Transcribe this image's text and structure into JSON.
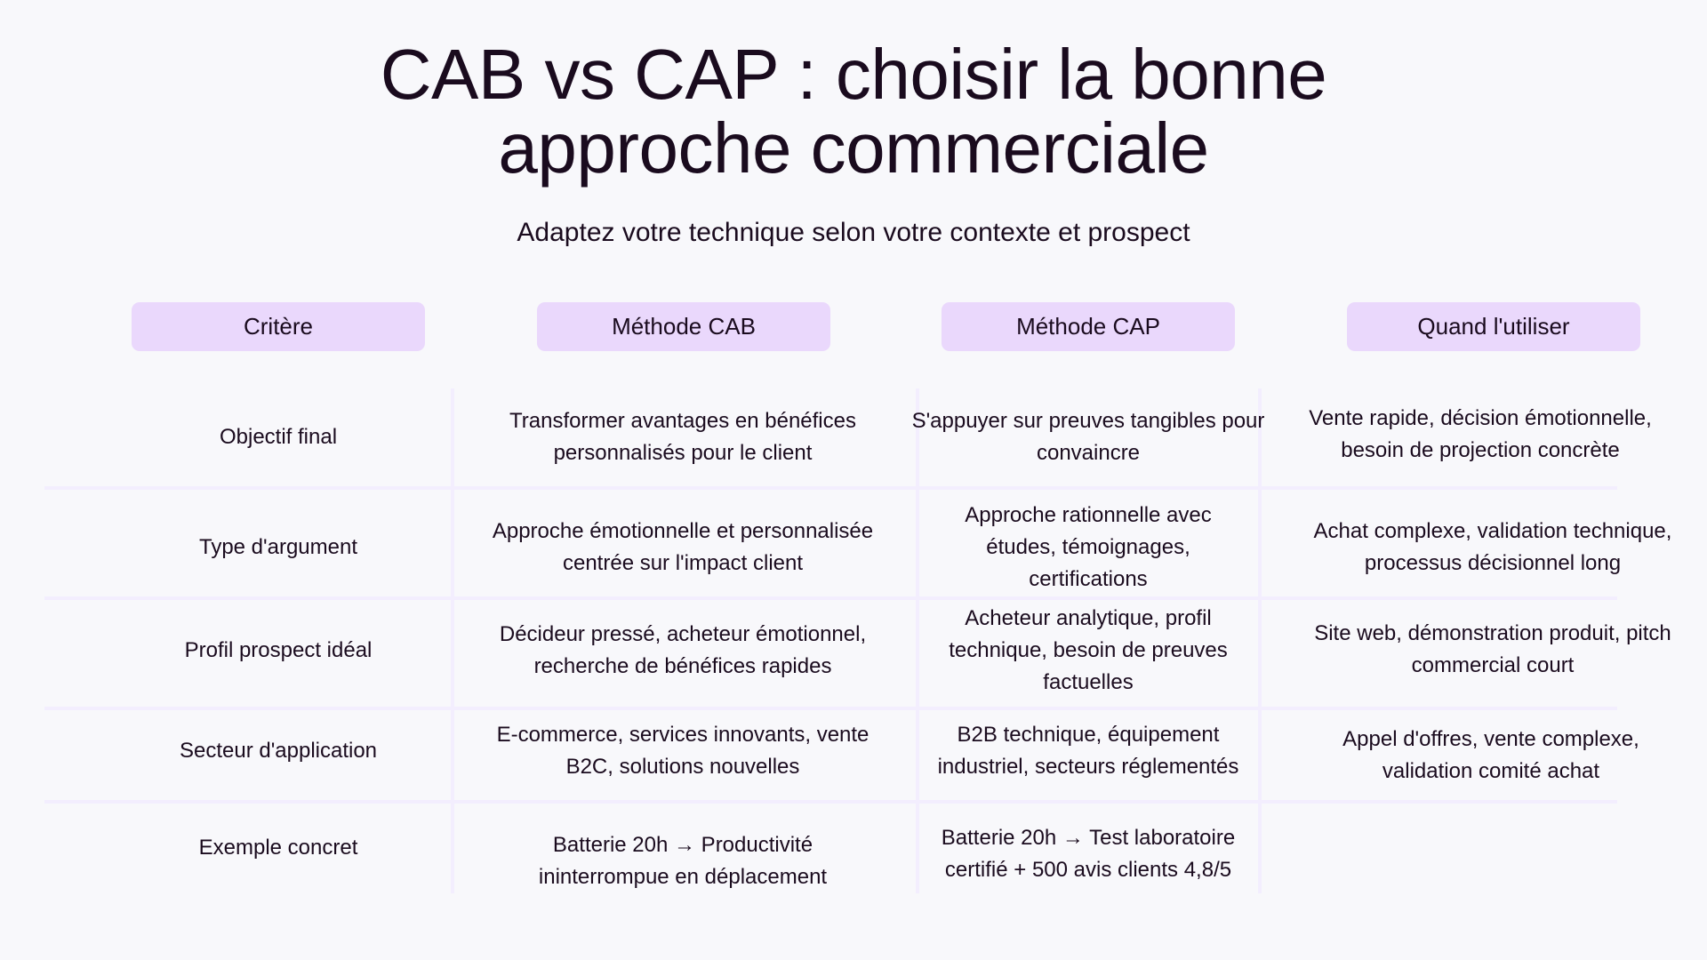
{
  "header": {
    "title_line1": "CAB vs CAP : choisir la bonne",
    "title_line2": "approche commerciale",
    "subtitle": "Adaptez votre technique selon votre contexte et prospect"
  },
  "colors": {
    "background": "#F8F8FB",
    "text": "#1A0B1E",
    "header_pill": "#EAD8FC",
    "grid_line": "#F3EEFE"
  },
  "table": {
    "columns": [
      {
        "label": "Critère"
      },
      {
        "label": "Méthode CAB"
      },
      {
        "label": "Méthode CAP"
      },
      {
        "label": "Quand l'utiliser"
      }
    ],
    "rows": [
      {
        "criterion": "Objectif final",
        "cab": "Transformer avantages en bénéfices personnalisés pour le client",
        "cap": "S'appuyer sur preuves tangibles pour convaincre",
        "when": "Vente rapide, décision émotionnelle, besoin de projection concrète"
      },
      {
        "criterion": "Type d'argument",
        "cab": "Approche émotionnelle et personnalisée centrée sur l'impact client",
        "cap": "Approche rationnelle avec études, témoignages, certifications",
        "when": "Achat complexe, validation technique, processus décisionnel long"
      },
      {
        "criterion": "Profil prospect idéal",
        "cab": "Décideur pressé, acheteur émotionnel, recherche de bénéfices rapides",
        "cap": "Acheteur analytique, profil technique, besoin de preuves factuelles",
        "when": "Site web, démonstration produit, pitch commercial court"
      },
      {
        "criterion": "Secteur d'application",
        "cab": "E-commerce, services innovants, vente B2C, solutions nouvelles",
        "cap": "B2B technique, équipement industriel, secteurs réglementés",
        "when": "Appel d'offres, vente complexe, validation comité achat"
      },
      {
        "criterion": "Exemple concret",
        "cab": "Batterie 20h → Productivité ininterrompue en déplacement",
        "cap": "Batterie 20h → Test laboratoire certifié + 500 avis clients 4,8/5",
        "when": ""
      }
    ]
  }
}
